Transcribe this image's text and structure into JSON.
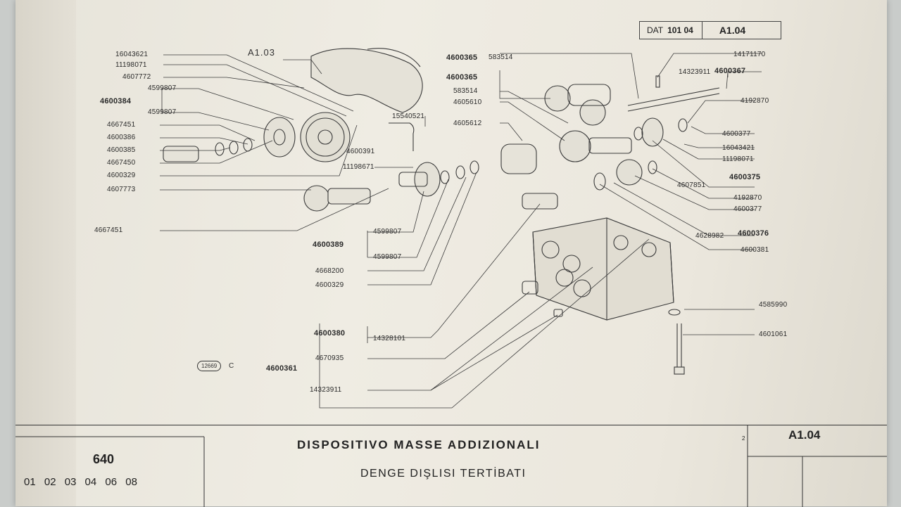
{
  "header": {
    "dat_prefix": "DAT",
    "dat_number": "101 04",
    "page_code": "A1.04"
  },
  "ref_label": "A1.03",
  "stamp": {
    "number": "12669",
    "letter": "C"
  },
  "labels": {
    "left": [
      "16043621",
      "11198071",
      "4607772",
      "4599807",
      "4600384",
      "4599807",
      "4667451",
      "4600386",
      "4600385",
      "4667450",
      "4600329",
      "4607773",
      "4667451"
    ],
    "middle": [
      "15540521",
      "4600391",
      "11198671",
      "4599807",
      "4600389",
      "4599807",
      "4668200",
      "4600329",
      "4600380",
      "14328101",
      "4670935",
      "4600361",
      "14323911"
    ],
    "center_top": [
      "4600365",
      "583514",
      "4600365",
      "583514",
      "4605610",
      "4605612"
    ],
    "right": [
      "14171170",
      "14323911",
      "4600367",
      "4192870",
      "4600377",
      "16043421",
      "11198071",
      "4600375",
      "4607851",
      "4192870",
      "4600377",
      "4628982",
      "4600376",
      "4600381",
      "4585990",
      "4601061"
    ]
  },
  "title_block": {
    "model": "640",
    "variants": "01 02 03 04 06 08",
    "title_it": "DISPOSITIVO MASSE ADDIZIONALI",
    "title_tr": "DENGE DIŞLISI TERTİBATI",
    "sheet": "2",
    "code": "A1.04"
  }
}
